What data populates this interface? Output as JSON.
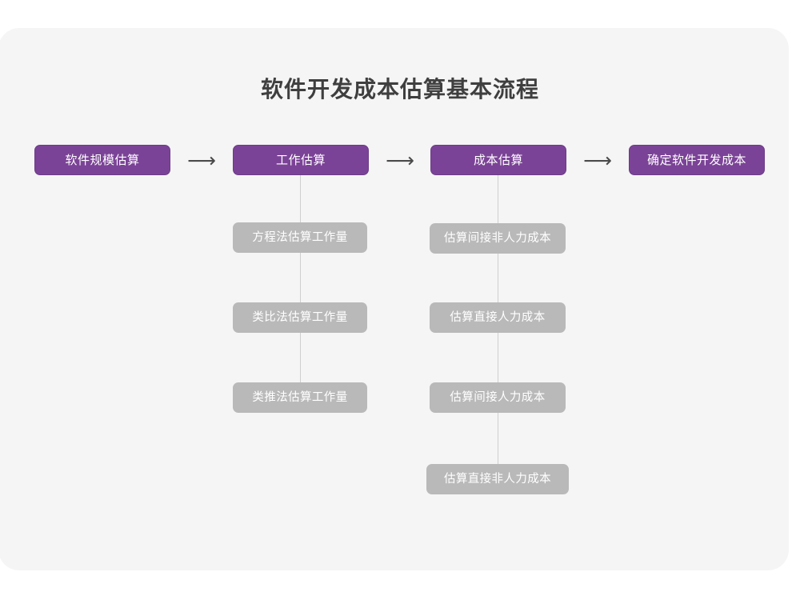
{
  "diagram": {
    "title": "软件开发成本估算基本流程",
    "arrow_glyph": "⟶",
    "colors": {
      "canvas": "#ffffff",
      "card": "#f5f5f5",
      "primary_node": "#7b4397",
      "primary_node_border": "#6d3c88",
      "secondary_node": "#b9b9b9",
      "node_text": "#ffffff",
      "title_text": "#3f3f3f",
      "connector_line": "#cfcfcf",
      "arrow": "#4a4a4a"
    },
    "main_flow": [
      {
        "id": "step-1",
        "label": "软件规模估算"
      },
      {
        "id": "step-2",
        "label": "工作估算"
      },
      {
        "id": "step-3",
        "label": "成本估算"
      },
      {
        "id": "step-4",
        "label": "确定软件开发成本"
      }
    ],
    "arrows": [
      {
        "id": "arrow-1",
        "glyph": "⟶"
      },
      {
        "id": "arrow-2",
        "glyph": "⟶"
      },
      {
        "id": "arrow-3",
        "glyph": "⟶"
      }
    ],
    "branches": [
      {
        "parent": "工作估算",
        "items": [
          {
            "label": "方程法估算工作量"
          },
          {
            "label": "类比法估算工作量"
          },
          {
            "label": "类推法估算工作量"
          }
        ]
      },
      {
        "parent": "成本估算",
        "items": [
          {
            "label": "估算间接非人力成本"
          },
          {
            "label": "估算直接人力成本"
          },
          {
            "label": "估算间接人力成本"
          },
          {
            "label": "估算直接非人力成本"
          }
        ]
      }
    ]
  }
}
